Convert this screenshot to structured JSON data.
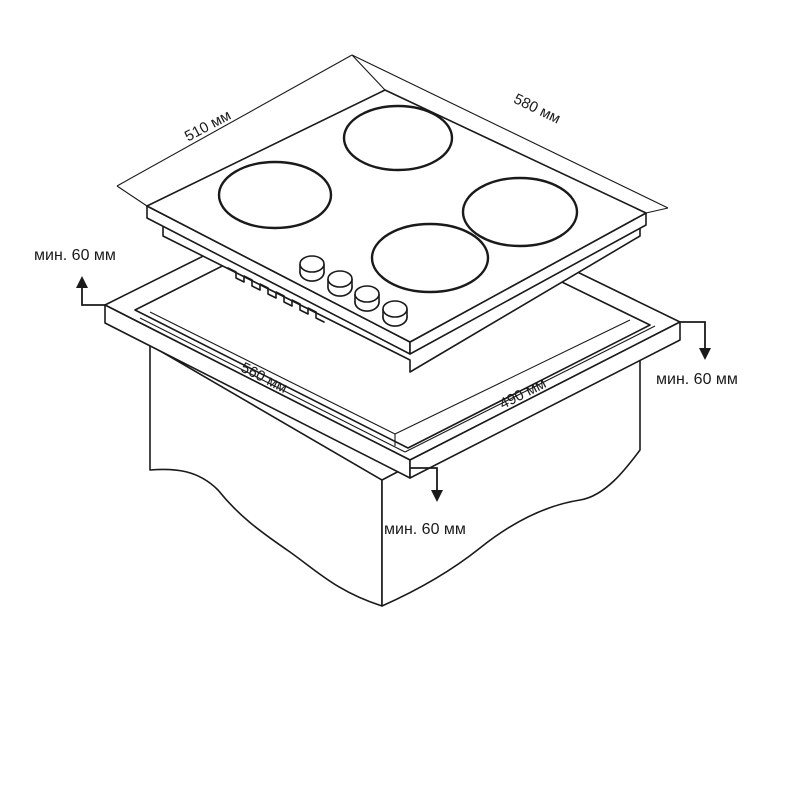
{
  "diagram": {
    "hob": {
      "width_label": "510 мм",
      "depth_label": "580 мм",
      "burners": [
        "burner-back-left",
        "burner-back-right",
        "burner-front-left",
        "burner-front-right"
      ],
      "knobs": 4
    },
    "cutout": {
      "width_label": "560 мм",
      "depth_label": "490 мм"
    },
    "clearances": {
      "back": "мин. 60 мм",
      "side": "мин. 60 мм",
      "front": "мин. 60 мм"
    }
  }
}
